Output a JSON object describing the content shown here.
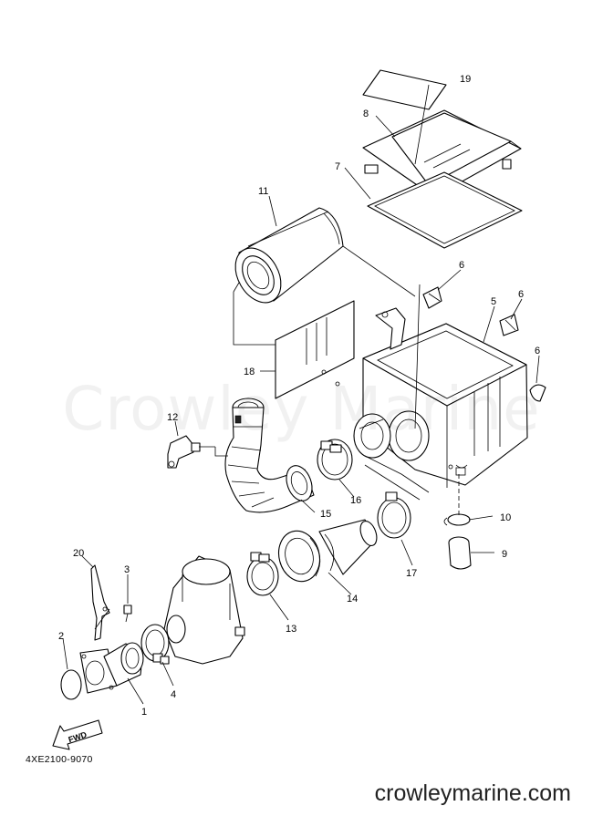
{
  "watermark": "Crowley Marine",
  "diagram_code": "4XE2100-9070",
  "site": "crowleymarine.com",
  "fwd_label": "FWD",
  "callouts": [
    {
      "id": "19",
      "label": "19"
    },
    {
      "id": "8",
      "label": "8"
    },
    {
      "id": "7",
      "label": "7"
    },
    {
      "id": "11",
      "label": "11"
    },
    {
      "id": "6a",
      "label": "6"
    },
    {
      "id": "5",
      "label": "5"
    },
    {
      "id": "6b",
      "label": "6"
    },
    {
      "id": "6c",
      "label": "6"
    },
    {
      "id": "18",
      "label": "18"
    },
    {
      "id": "12",
      "label": "12"
    },
    {
      "id": "16",
      "label": "16"
    },
    {
      "id": "15",
      "label": "15"
    },
    {
      "id": "10",
      "label": "10"
    },
    {
      "id": "9",
      "label": "9"
    },
    {
      "id": "20",
      "label": "20"
    },
    {
      "id": "3",
      "label": "3"
    },
    {
      "id": "17",
      "label": "17"
    },
    {
      "id": "14",
      "label": "14"
    },
    {
      "id": "13",
      "label": "13"
    },
    {
      "id": "2",
      "label": "2"
    },
    {
      "id": "4",
      "label": "4"
    },
    {
      "id": "1",
      "label": "1"
    }
  ]
}
